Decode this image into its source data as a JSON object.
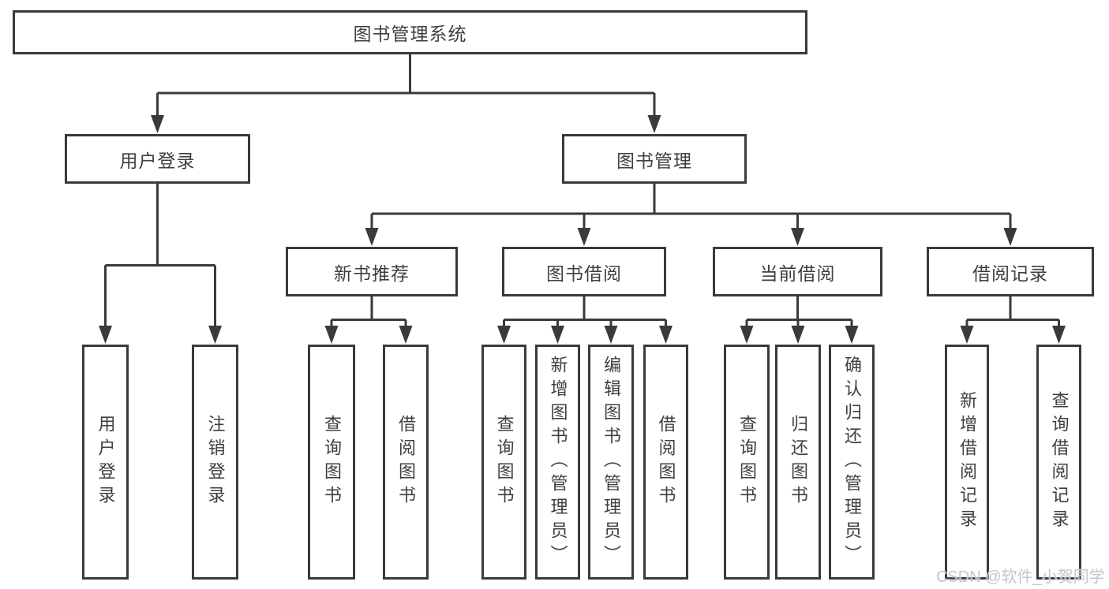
{
  "colors": {
    "background": "#ffffff",
    "line": "#3a3a3a",
    "text": "#3f3f3f",
    "watermark_text": "#c2c6cb"
  },
  "tree": {
    "root": {
      "label": "图书管理系统"
    },
    "branches": [
      {
        "label": "用户登录",
        "children": [
          {
            "label": "用户登录"
          },
          {
            "label": "注销登录"
          }
        ]
      },
      {
        "label": "图书管理",
        "sections": [
          {
            "label": "新书推荐",
            "children": [
              {
                "label": "查询图书"
              },
              {
                "label": "借阅图书"
              }
            ]
          },
          {
            "label": "图书借阅",
            "children": [
              {
                "label": "查询图书"
              },
              {
                "label": "新增图书（管理员）"
              },
              {
                "label": "编辑图书（管理员）"
              },
              {
                "label": "借阅图书"
              }
            ]
          },
          {
            "label": "当前借阅",
            "children": [
              {
                "label": "查询图书"
              },
              {
                "label": "归还图书"
              },
              {
                "label": "确认归还（管理员）"
              }
            ]
          },
          {
            "label": "借阅记录",
            "children": [
              {
                "label": "新增借阅记录"
              },
              {
                "label": "查询借阅记录"
              }
            ]
          }
        ]
      }
    ]
  },
  "watermark": {
    "text": "CSDN @软件_小贺同学"
  }
}
